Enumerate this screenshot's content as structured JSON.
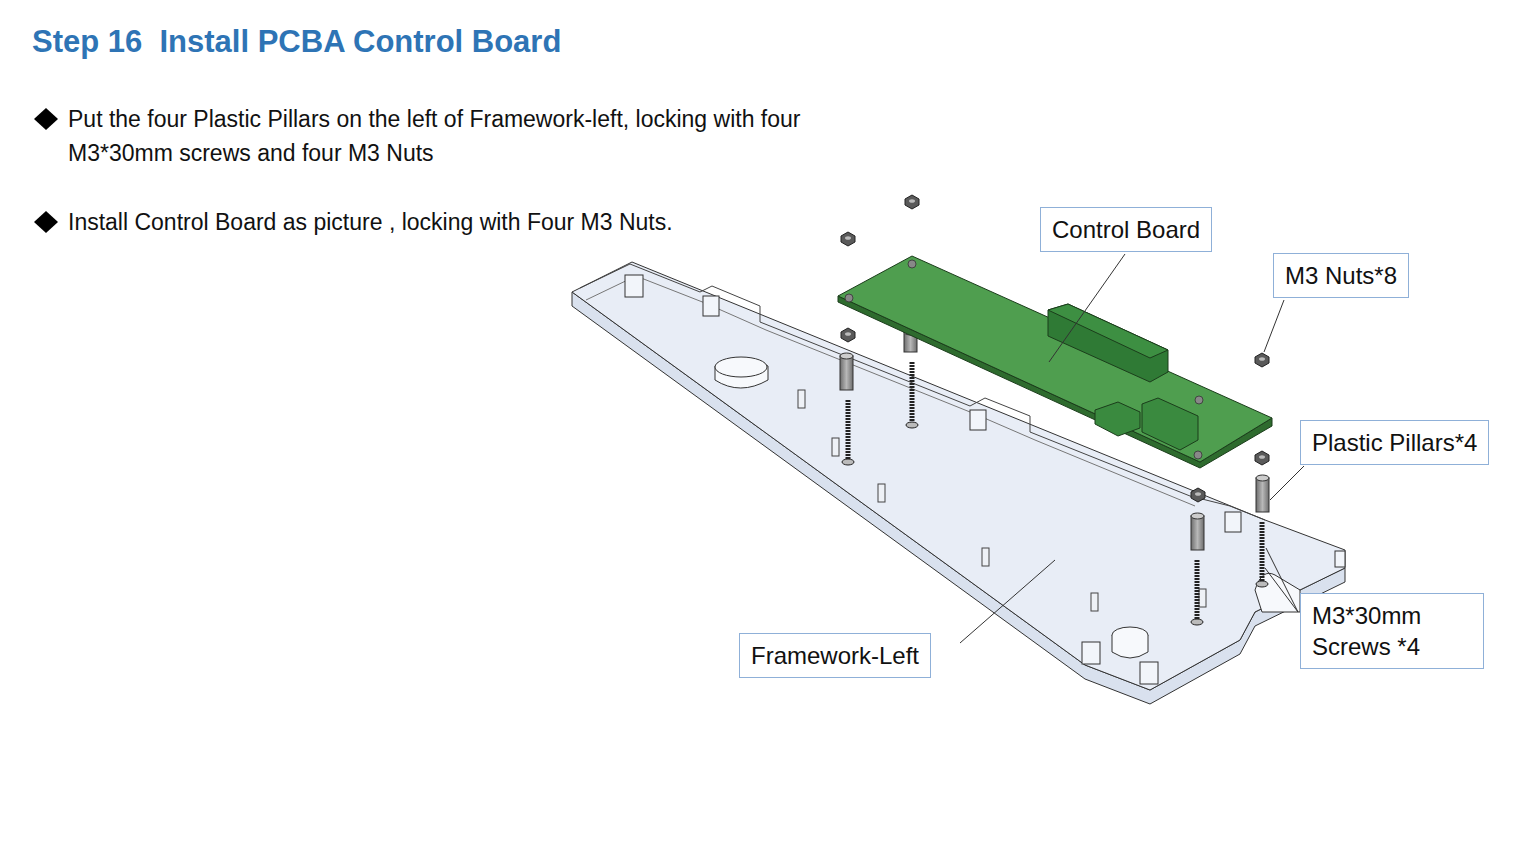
{
  "diagram": {
    "title": "Step 16  Install PCBA Control Board",
    "nodes": [
      {
        "text": [
          "Control Board"
        ]
      },
      {
        "text": [
          "M3 Nuts*8"
        ]
      },
      {
        "text": [
          "Plastic Pillars*4"
        ]
      },
      {
        "text": [
          "M3*30mm Screws *4"
        ]
      },
      {
        "text": [
          "Framework-Left"
        ]
      }
    ],
    "labels": [
      "Put the four Plastic Pillars on the left of Framework-left, locking with four M3*30mm screws and four  M3 Nuts",
      "Install Control Board as picture , locking with Four M3 Nuts."
    ]
  }
}
